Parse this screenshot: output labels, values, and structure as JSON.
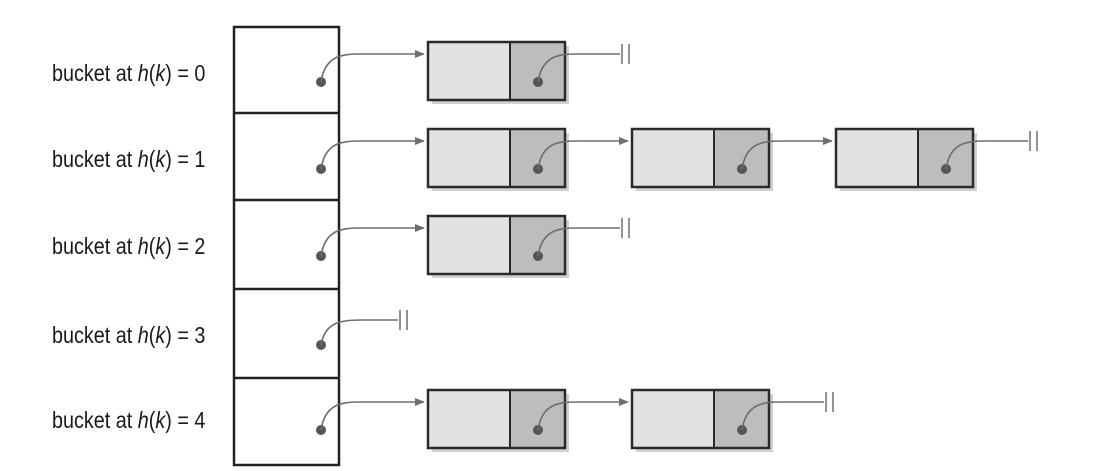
{
  "colors": {
    "node_data_fill": "#e2e2e2",
    "node_pointer_fill": "#bdbdbd",
    "node_stroke": "#2a2a2a",
    "arrow": "#6e6e6e",
    "shadow": "#d0d0d0"
  },
  "buckets": [
    {
      "prefix": "bucket at ",
      "func": "h",
      "open": "(",
      "arg": "k",
      "close": ")",
      "eq": " = ",
      "index": "0",
      "chain_length": 1
    },
    {
      "prefix": "bucket at ",
      "func": "h",
      "open": "(",
      "arg": "k",
      "close": ")",
      "eq": " = ",
      "index": "1",
      "chain_length": 3
    },
    {
      "prefix": "bucket at ",
      "func": "h",
      "open": "(",
      "arg": "k",
      "close": ")",
      "eq": " = ",
      "index": "2",
      "chain_length": 1
    },
    {
      "prefix": "bucket at ",
      "func": "h",
      "open": "(",
      "arg": "k",
      "close": ")",
      "eq": " = ",
      "index": "3",
      "chain_length": 0
    },
    {
      "prefix": "bucket at ",
      "func": "h",
      "open": "(",
      "arg": "k",
      "close": ")",
      "eq": " = ",
      "index": "4",
      "chain_length": 2
    }
  ]
}
